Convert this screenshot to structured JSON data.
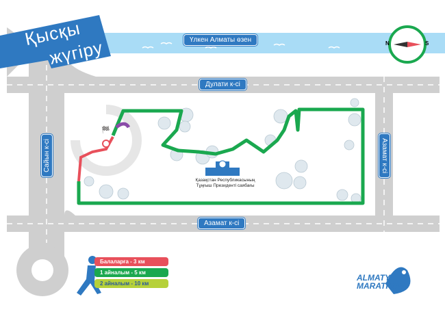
{
  "title": {
    "line1": "Қысқы",
    "line2": "жүгіру"
  },
  "streets": {
    "river": "Үлкен Алматы өзен",
    "top": "Дулати к-сі",
    "bottom": "Азамат к-сі",
    "left": "Сайын к-сі",
    "right": "Азамат к-сі"
  },
  "compass": {
    "north": "N",
    "south": "S"
  },
  "landmark": {
    "line1": "Қазақстан Республикасының",
    "line2": "Тұңғыш Президенті саябағы"
  },
  "legend": [
    {
      "label": "Балаларға - 3 км",
      "color": "#e8505b"
    },
    {
      "label": "1 айналым - 5 км",
      "color": "#1aa84f"
    },
    {
      "label": "2 айналым - 10 км",
      "color": "#b6d13a"
    }
  ],
  "logo": {
    "line1": "ALMATY",
    "line2": "MARATHON"
  },
  "colors": {
    "road": "#cfcfcf",
    "river": "#a9dcf6",
    "route": "#1aa84f",
    "kids": "#e8505b",
    "brand": "#2f79c1"
  }
}
